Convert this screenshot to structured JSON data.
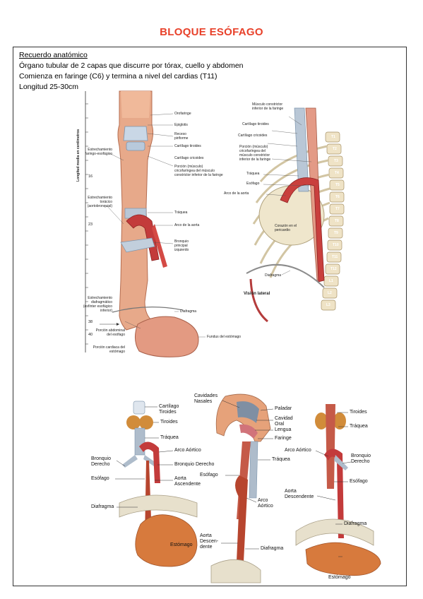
{
  "page_title": "BLOQUE ESÓFAGO",
  "intro": {
    "heading": "Recuerdo anatómico",
    "lines": [
      "Órgano tubular de 2 capas que discurre por tórax, cuello y abdomen",
      "Comienza en faringe (C6) y termina a nivel del cardias (T11)",
      "Longitud 25-30cm"
    ]
  },
  "figure_front": {
    "axis_label": "Longitud media en centímetros",
    "ticks": [
      "16",
      "23",
      "38",
      "40"
    ],
    "labels": {
      "orofaringe": "Orofaringe",
      "epiglotis": "Epiglotis",
      "receso": "Receso piriforme",
      "tiroides": "Cartílago tiroides",
      "cricoides": "Cartílago cricoides",
      "estrech_faringo": "Estrechamiento faringo-esofágico",
      "porcion_crico": "Porción (músculo) cricofaríngea del músculo constrictor inferior de la faringe",
      "estrech_toracico": "Estrechamiento torácico (aortobronquial)",
      "traquea": "Tráquea",
      "arco_aorta": "Arco de la aorta",
      "bronquio": "Bronquio principal izquierdo",
      "estrech_diafrag": "Estrechamiento diafragmático (esfínter esofágico inferior)",
      "diafragma": "Diafragma",
      "porcion_abd": "Porción abdominal del esófago",
      "fundus": "Fundus del estómago",
      "porcion_cardiaca": "Porción cardiaca del estómago"
    }
  },
  "figure_lateral": {
    "caption": "Visión lateral",
    "vertebrae": [
      "T1",
      "T2",
      "T3",
      "T4",
      "T5",
      "T6",
      "T7",
      "T8",
      "T9",
      "T10",
      "T11",
      "T12",
      "L1",
      "L2",
      "L3"
    ],
    "labels": {
      "constrictor": "Músculo constrictor inferior de la faringe",
      "tiroides": "Cartílago tiroides",
      "cricoides": "Cartílago cricoides",
      "porcion_crico": "Porción (músculo) cricofaríngea del músculo constrictor inferior de la faringe",
      "traquea": "Tráquea",
      "esofago": "Esófago",
      "arco_aorta": "Arco de la aorta",
      "corazon": "Corazón en el pericardio",
      "diafragma": "Diafragma"
    }
  },
  "figure_bottom_left": {
    "labels": {
      "cartilago_tiroides": "Cartílago Tiroides",
      "tiroides": "Tiroides",
      "traquea": "Tráquea",
      "bronquio_derecho": "Bronquio Derecho",
      "arco_aortico": "Arco Aórtico",
      "bronquio_derecho2": "Bronquio Derecho",
      "esofago": "Esófago",
      "aorta_ascendente": "Aorta Ascendente",
      "diafragma": "Diafragma",
      "estomago": "Estómago"
    }
  },
  "figure_bottom_mid": {
    "labels": {
      "cavidades_nasales": "Cavidades Nasales",
      "paladar": "Paladar",
      "cavidad_oral": "Cavidad Oral",
      "lengua": "Lengua",
      "faringe": "Faringe",
      "traquea": "Tráquea",
      "esofago": "Esófago",
      "arco_aortico": "Arco Aórtico",
      "aorta_descendente": "Aorta Descen-dente",
      "diafragma": "Diafragma"
    }
  },
  "figure_bottom_right": {
    "labels": {
      "tiroides": "Tiroides",
      "traquea": "Tráquea",
      "arco_aortico": "Arco Aórtico",
      "bronquio_derecho": "Bronquio Derecho",
      "esofago": "Esófago",
      "aorta_descendente": "Aorta Descendente",
      "diafragma": "Diafragma",
      "estomago": "Estómago"
    }
  }
}
